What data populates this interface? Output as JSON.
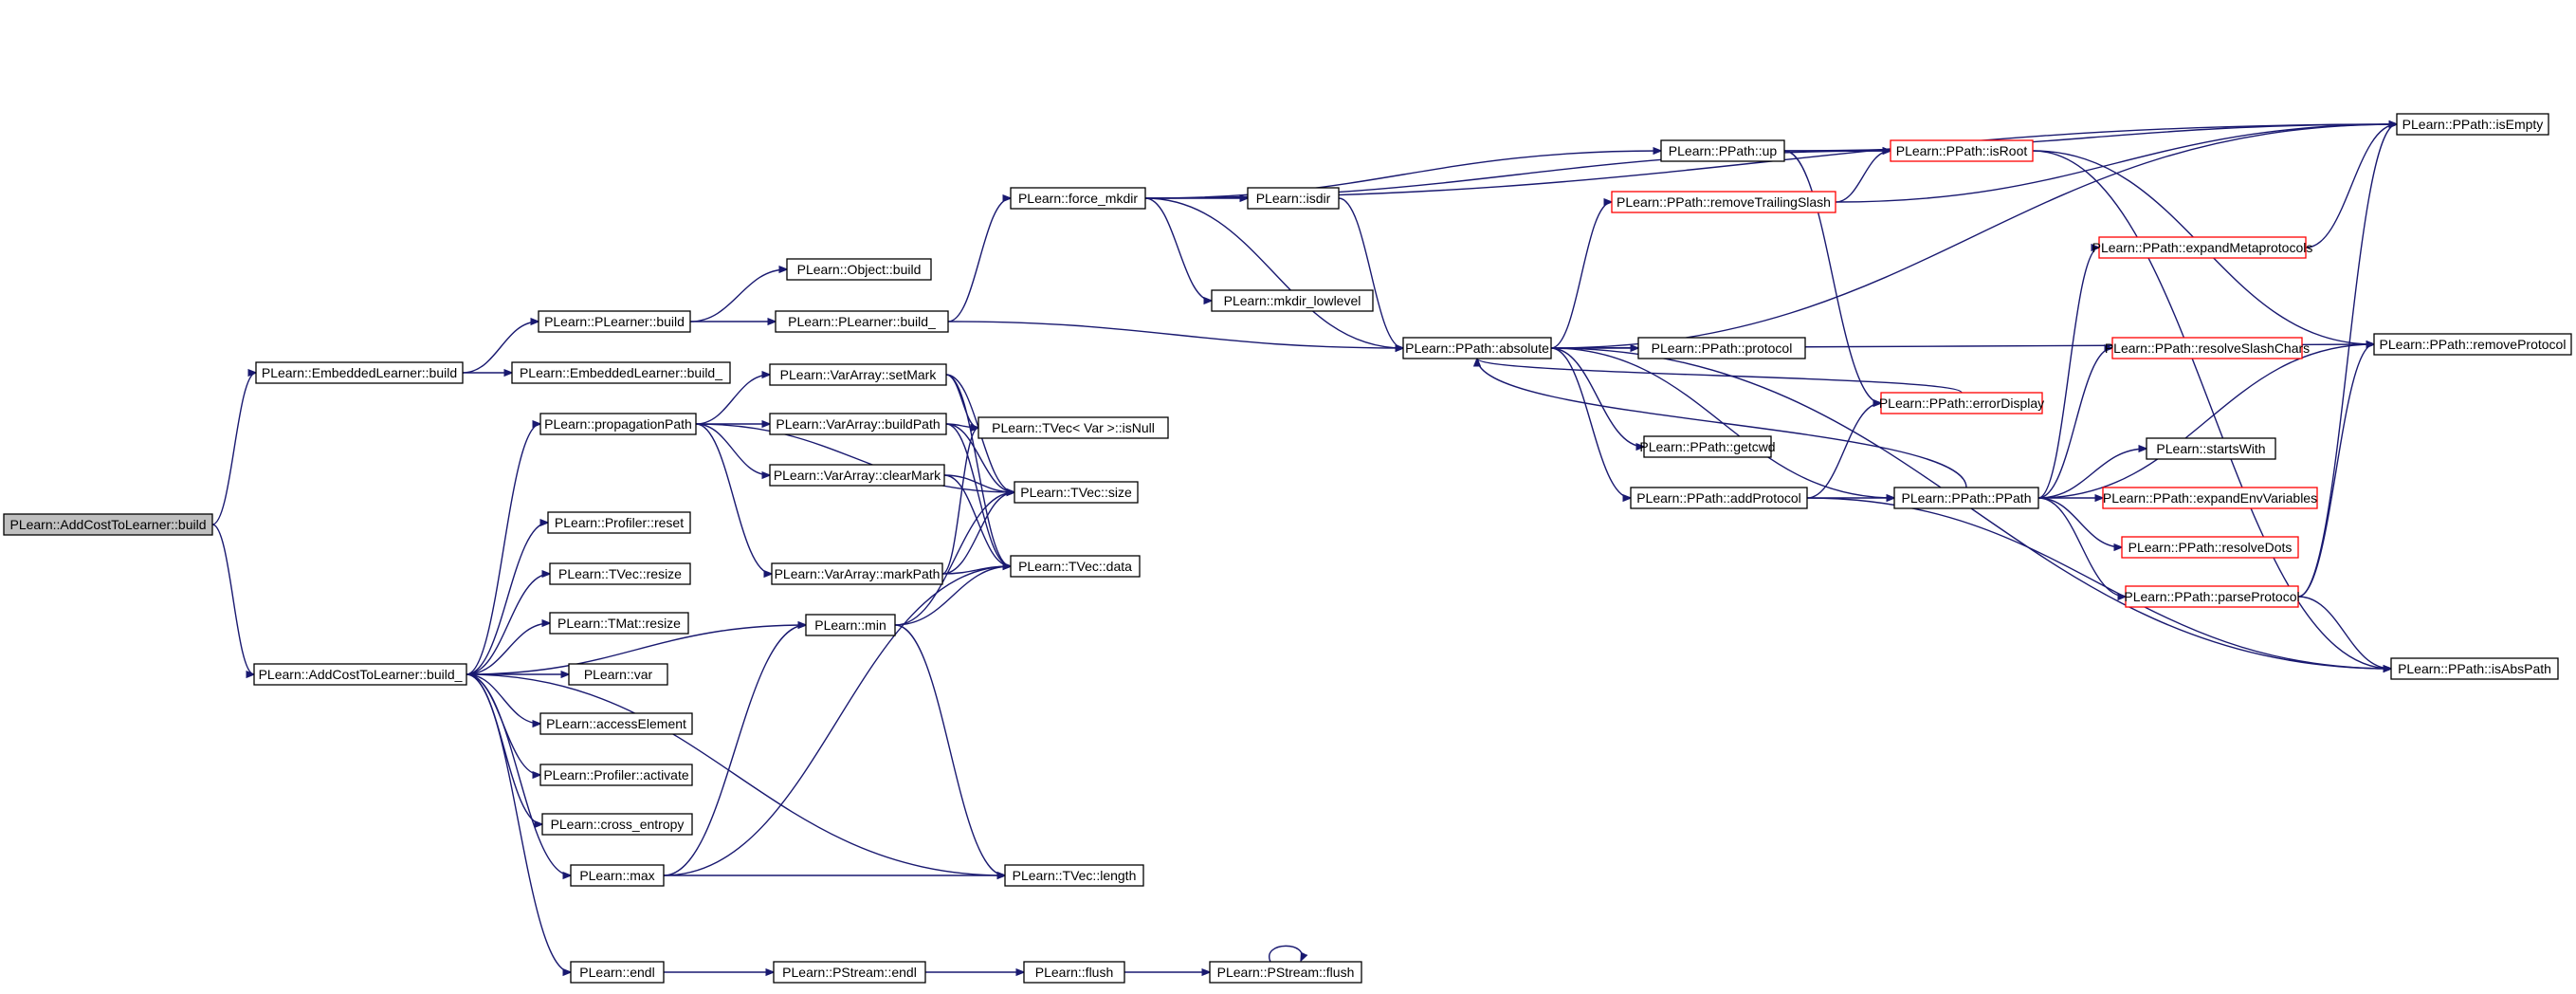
{
  "graph": {
    "edge_color": "#191970",
    "node_border_color": "#000000",
    "truncated_node_border_color": "#ff0000",
    "root_fill_color": "#bfbfbf",
    "nodes": [
      {
        "id": "n0",
        "label": "PLearn::AddCostToLearner::build",
        "root": true
      },
      {
        "id": "n1",
        "label": "PLearn::EmbeddedLearner::build"
      },
      {
        "id": "n2",
        "label": "PLearn::AddCostToLearner::build_"
      },
      {
        "id": "n3",
        "label": "PLearn::PLearner::build"
      },
      {
        "id": "n4",
        "label": "PLearn::EmbeddedLearner::build_"
      },
      {
        "id": "n5",
        "label": "PLearn::Object::build"
      },
      {
        "id": "n6",
        "label": "PLearn::PLearner::build_"
      },
      {
        "id": "n7",
        "label": "PLearn::force_mkdir"
      },
      {
        "id": "n8",
        "label": "PLearn::PPath::absolute"
      },
      {
        "id": "n9",
        "label": "PLearn::isdir"
      },
      {
        "id": "n10",
        "label": "PLearn::mkdir_lowlevel"
      },
      {
        "id": "n11",
        "label": "PLearn::PPath::up"
      },
      {
        "id": "n12",
        "label": "PLearn::PPath::isRoot",
        "truncated": true
      },
      {
        "id": "n13",
        "label": "PLearn::PPath::isEmpty"
      },
      {
        "id": "n14",
        "label": "PLearn::PPath::removeTrailingSlash",
        "truncated": true
      },
      {
        "id": "n15",
        "label": "PLearn::PPath::protocol"
      },
      {
        "id": "n16",
        "label": "PLearn::PPath::errorDisplay",
        "truncated": true
      },
      {
        "id": "n17",
        "label": "PLearn::PPath::getcwd"
      },
      {
        "id": "n18",
        "label": "PLearn::PPath::addProtocol"
      },
      {
        "id": "n19",
        "label": "PLearn::PPath::PPath"
      },
      {
        "id": "n20",
        "label": "PLearn::PPath::expandMetaprotocols",
        "truncated": true
      },
      {
        "id": "n21",
        "label": "PLearn::PPath::resolveSlashChars",
        "truncated": true
      },
      {
        "id": "n22",
        "label": "PLearn::PPath::removeProtocol"
      },
      {
        "id": "n23",
        "label": "PLearn::startsWith"
      },
      {
        "id": "n24",
        "label": "PLearn::PPath::expandEnvVariables",
        "truncated": true
      },
      {
        "id": "n25",
        "label": "PLearn::PPath::resolveDots",
        "truncated": true
      },
      {
        "id": "n26",
        "label": "PLearn::PPath::parseProtocol",
        "truncated": true
      },
      {
        "id": "n27",
        "label": "PLearn::PPath::isAbsPath"
      },
      {
        "id": "n28",
        "label": "PLearn::propagationPath"
      },
      {
        "id": "n29",
        "label": "PLearn::VarArray::setMark"
      },
      {
        "id": "n30",
        "label": "PLearn::VarArray::buildPath"
      },
      {
        "id": "n31",
        "label": "PLearn::VarArray::clearMark"
      },
      {
        "id": "n32",
        "label": "PLearn::VarArray::markPath"
      },
      {
        "id": "n33",
        "label": "PLearn::TVec< Var >::isNull"
      },
      {
        "id": "n34",
        "label": "PLearn::TVec::size"
      },
      {
        "id": "n35",
        "label": "PLearn::TVec::data"
      },
      {
        "id": "n36",
        "label": "PLearn::min"
      },
      {
        "id": "n37",
        "label": "PLearn::TVec::length"
      },
      {
        "id": "n38",
        "label": "PLearn::Profiler::reset"
      },
      {
        "id": "n39",
        "label": "PLearn::TVec::resize"
      },
      {
        "id": "n40",
        "label": "PLearn::TMat::resize"
      },
      {
        "id": "n41",
        "label": "PLearn::var"
      },
      {
        "id": "n42",
        "label": "PLearn::accessElement"
      },
      {
        "id": "n43",
        "label": "PLearn::Profiler::activate"
      },
      {
        "id": "n44",
        "label": "PLearn::cross_entropy"
      },
      {
        "id": "n45",
        "label": "PLearn::max"
      },
      {
        "id": "n46",
        "label": "PLearn::endl"
      },
      {
        "id": "n47",
        "label": "PLearn::PStream::endl"
      },
      {
        "id": "n48",
        "label": "PLearn::flush"
      },
      {
        "id": "n49",
        "label": "PLearn::PStream::flush"
      }
    ],
    "edges": [
      [
        "n0",
        "n1"
      ],
      [
        "n0",
        "n2"
      ],
      [
        "n1",
        "n3"
      ],
      [
        "n1",
        "n4"
      ],
      [
        "n3",
        "n5"
      ],
      [
        "n3",
        "n6"
      ],
      [
        "n6",
        "n7"
      ],
      [
        "n6",
        "n8"
      ],
      [
        "n7",
        "n11"
      ],
      [
        "n7",
        "n9"
      ],
      [
        "n7",
        "n10"
      ],
      [
        "n7",
        "n8"
      ],
      [
        "n7",
        "n12"
      ],
      [
        "n7",
        "n13"
      ],
      [
        "n9",
        "n8"
      ],
      [
        "n11",
        "n13"
      ],
      [
        "n11",
        "n12"
      ],
      [
        "n11",
        "n16"
      ],
      [
        "n12",
        "n22"
      ],
      [
        "n12",
        "n27"
      ],
      [
        "n14",
        "n12"
      ],
      [
        "n14",
        "n13"
      ],
      [
        "n8",
        "n13"
      ],
      [
        "n8",
        "n14"
      ],
      [
        "n8",
        "n22"
      ],
      [
        "n8",
        "n15"
      ],
      [
        "n8",
        "n17"
      ],
      [
        "n8",
        "n18"
      ],
      [
        "n8",
        "n19"
      ],
      [
        "n8",
        "n27"
      ],
      [
        "n16",
        "n8"
      ],
      [
        "n18",
        "n16"
      ],
      [
        "n18",
        "n19"
      ],
      [
        "n18",
        "n27"
      ],
      [
        "n19",
        "n8"
      ],
      [
        "n19",
        "n20"
      ],
      [
        "n19",
        "n21"
      ],
      [
        "n19",
        "n22"
      ],
      [
        "n19",
        "n23"
      ],
      [
        "n19",
        "n24"
      ],
      [
        "n19",
        "n25"
      ],
      [
        "n19",
        "n26"
      ],
      [
        "n20",
        "n13"
      ],
      [
        "n26",
        "n13"
      ],
      [
        "n26",
        "n22"
      ],
      [
        "n26",
        "n27"
      ],
      [
        "n2",
        "n28"
      ],
      [
        "n2",
        "n36"
      ],
      [
        "n2",
        "n38"
      ],
      [
        "n2",
        "n39"
      ],
      [
        "n2",
        "n40"
      ],
      [
        "n2",
        "n41"
      ],
      [
        "n2",
        "n42"
      ],
      [
        "n2",
        "n43"
      ],
      [
        "n2",
        "n44"
      ],
      [
        "n2",
        "n45"
      ],
      [
        "n2",
        "n37"
      ],
      [
        "n2",
        "n46"
      ],
      [
        "n28",
        "n29"
      ],
      [
        "n28",
        "n30"
      ],
      [
        "n28",
        "n31"
      ],
      [
        "n28",
        "n32"
      ],
      [
        "n28",
        "n34"
      ],
      [
        "n29",
        "n33"
      ],
      [
        "n29",
        "n34"
      ],
      [
        "n29",
        "n35"
      ],
      [
        "n30",
        "n33"
      ],
      [
        "n30",
        "n34"
      ],
      [
        "n30",
        "n35"
      ],
      [
        "n31",
        "n34"
      ],
      [
        "n31",
        "n35"
      ],
      [
        "n32",
        "n33"
      ],
      [
        "n32",
        "n34"
      ],
      [
        "n32",
        "n35"
      ],
      [
        "n36",
        "n34"
      ],
      [
        "n36",
        "n35"
      ],
      [
        "n36",
        "n37"
      ],
      [
        "n45",
        "n36"
      ],
      [
        "n45",
        "n35"
      ],
      [
        "n45",
        "n37"
      ],
      [
        "n46",
        "n47"
      ],
      [
        "n47",
        "n48"
      ],
      [
        "n48",
        "n49"
      ],
      [
        "n49",
        "n49"
      ]
    ]
  }
}
